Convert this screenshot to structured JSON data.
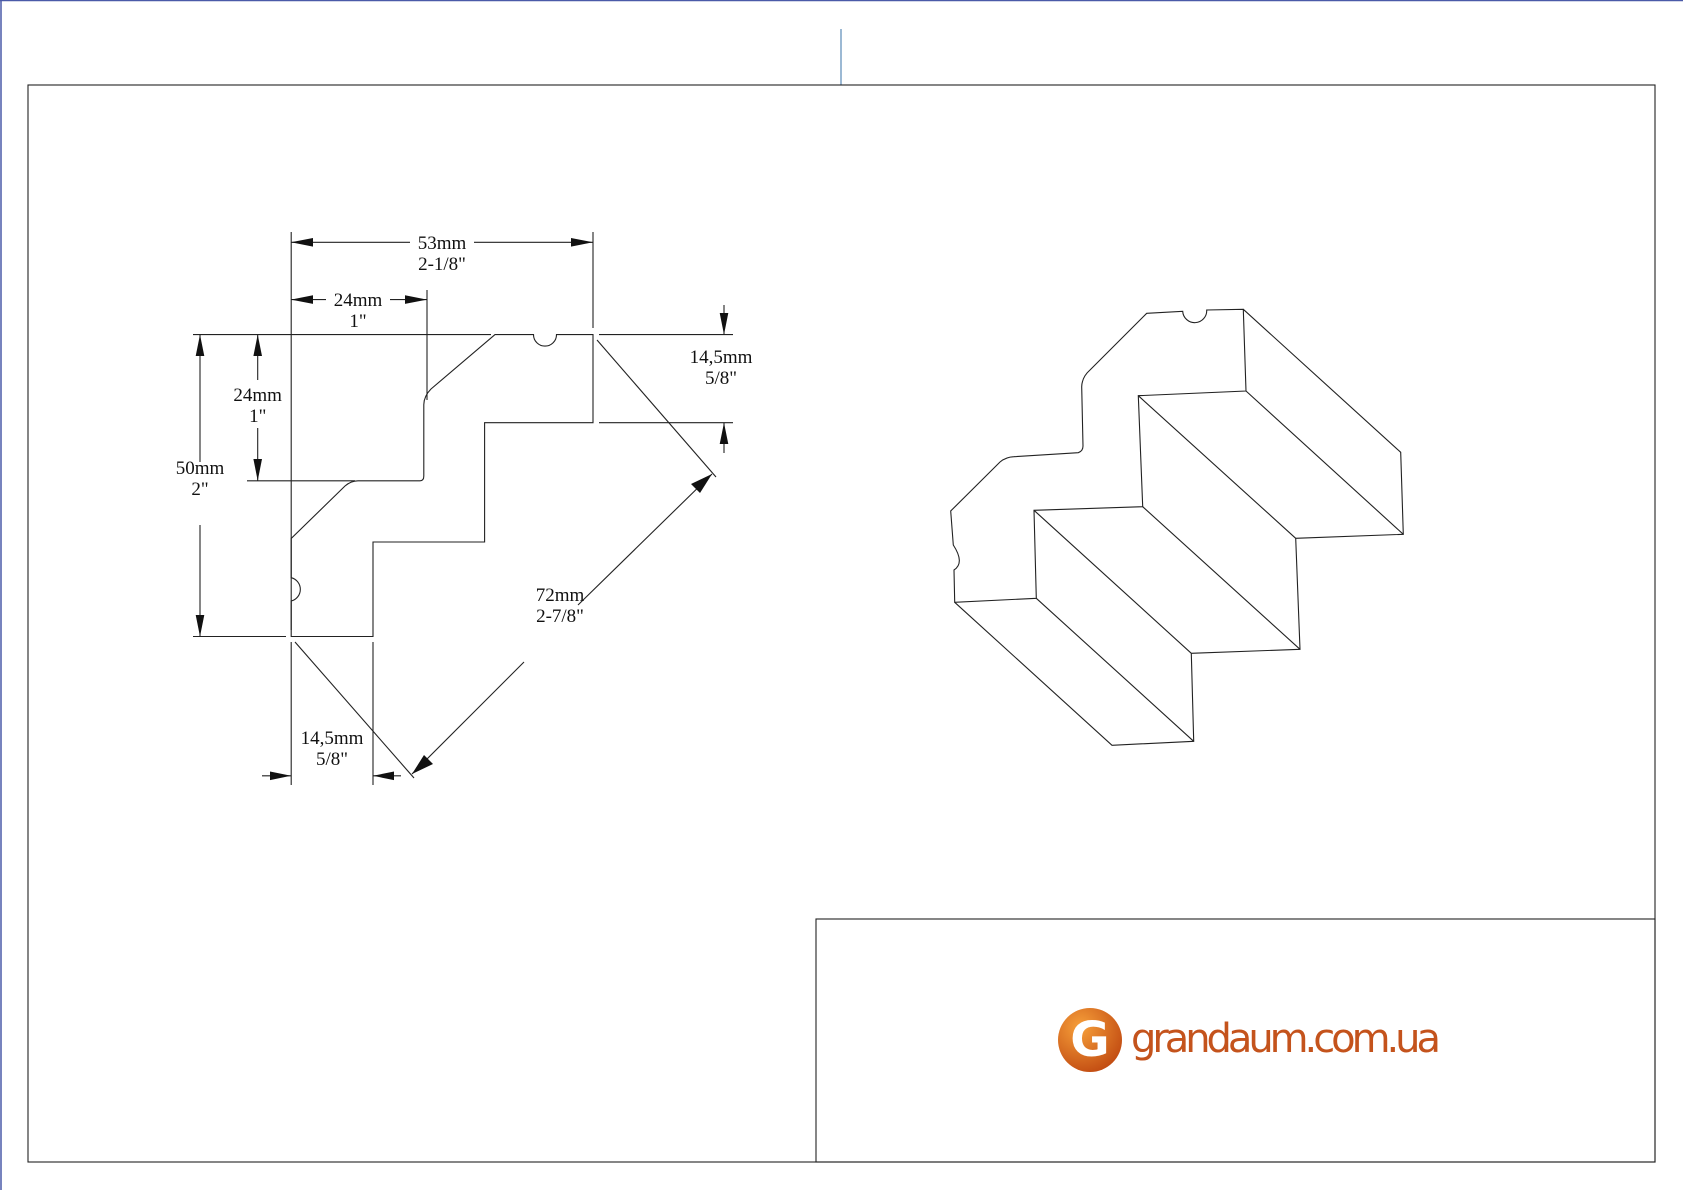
{
  "drawing": {
    "dimensions": {
      "overall_width": {
        "mm": "53mm",
        "inch": "2-1/8\""
      },
      "inner_width": {
        "mm": "24mm",
        "inch": "1\""
      },
      "overall_height": {
        "mm": "50mm",
        "inch": "2\""
      },
      "inner_height": {
        "mm": "24mm",
        "inch": "1\""
      },
      "right_step": {
        "mm": "14,5mm",
        "inch": "5/8\""
      },
      "diagonal": {
        "mm": "72mm",
        "inch": "2-7/8\""
      },
      "bottom_step": {
        "mm": "14,5mm",
        "inch": "5/8\""
      }
    }
  },
  "title_block": {
    "logo_letter": "G",
    "website": "grandaum.com.ua",
    "brand_color": "#c4531c"
  },
  "colors": {
    "frame": "#222222",
    "page_edge": "#4a5aa8",
    "center_mark": "#5a8ab8"
  }
}
